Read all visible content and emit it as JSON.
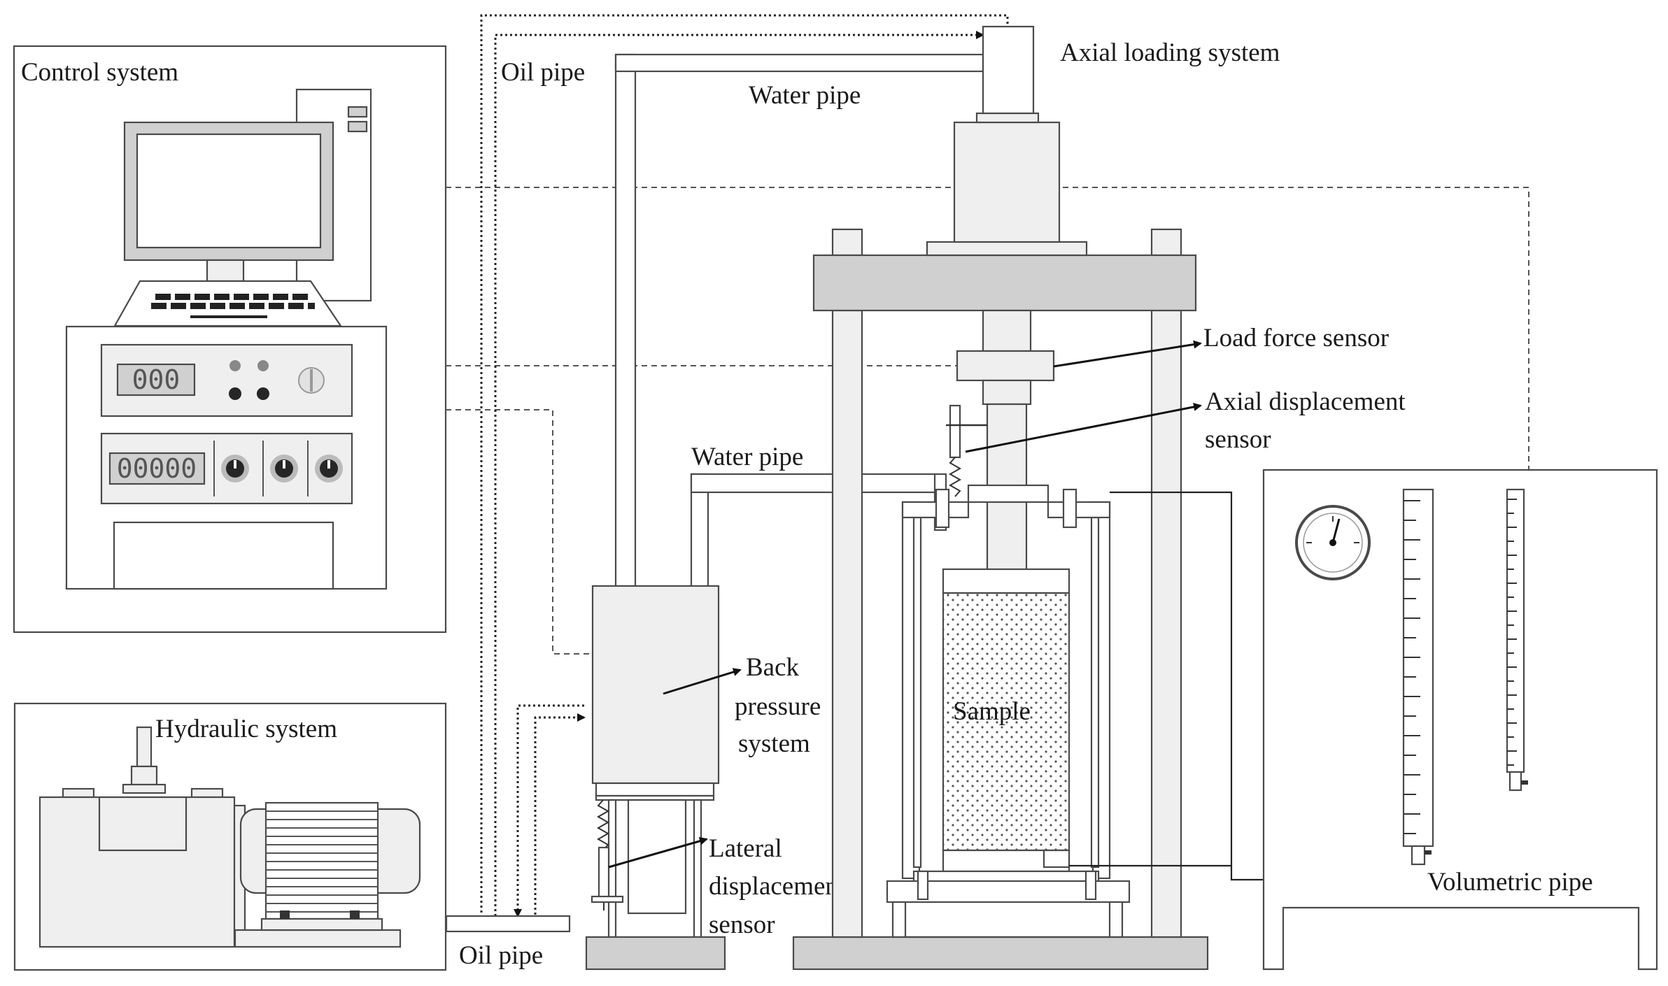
{
  "labels": {
    "control_system": "Control system",
    "hydraulic_system": "Hydraulic system",
    "oil_pipe_top": "Oil pipe",
    "oil_pipe_bottom": "Oil pipe",
    "water_pipe_top": "Water pipe",
    "water_pipe_mid": "Water pipe",
    "axial_loading_system": "Axial loading system",
    "load_force_sensor": "Load force sensor",
    "axial_displacement_sensor_1": "Axial displacement",
    "axial_displacement_sensor_2": "sensor",
    "back_pressure_1": "Back",
    "back_pressure_2": "pressure",
    "back_pressure_3": "system",
    "lateral_displacement_1": "Lateral",
    "lateral_displacement_2": "displacement",
    "lateral_displacement_3": "sensor",
    "sample": "Sample",
    "volumetric_pipe": "Volumetric pipe"
  },
  "displays": {
    "panel1_readout": "000",
    "panel2_readout": "00000"
  },
  "colors": {
    "line": "#4a4a4a",
    "fill_light": "#efefef",
    "fill_mid": "#d0d0d0",
    "dark": "#262626"
  }
}
